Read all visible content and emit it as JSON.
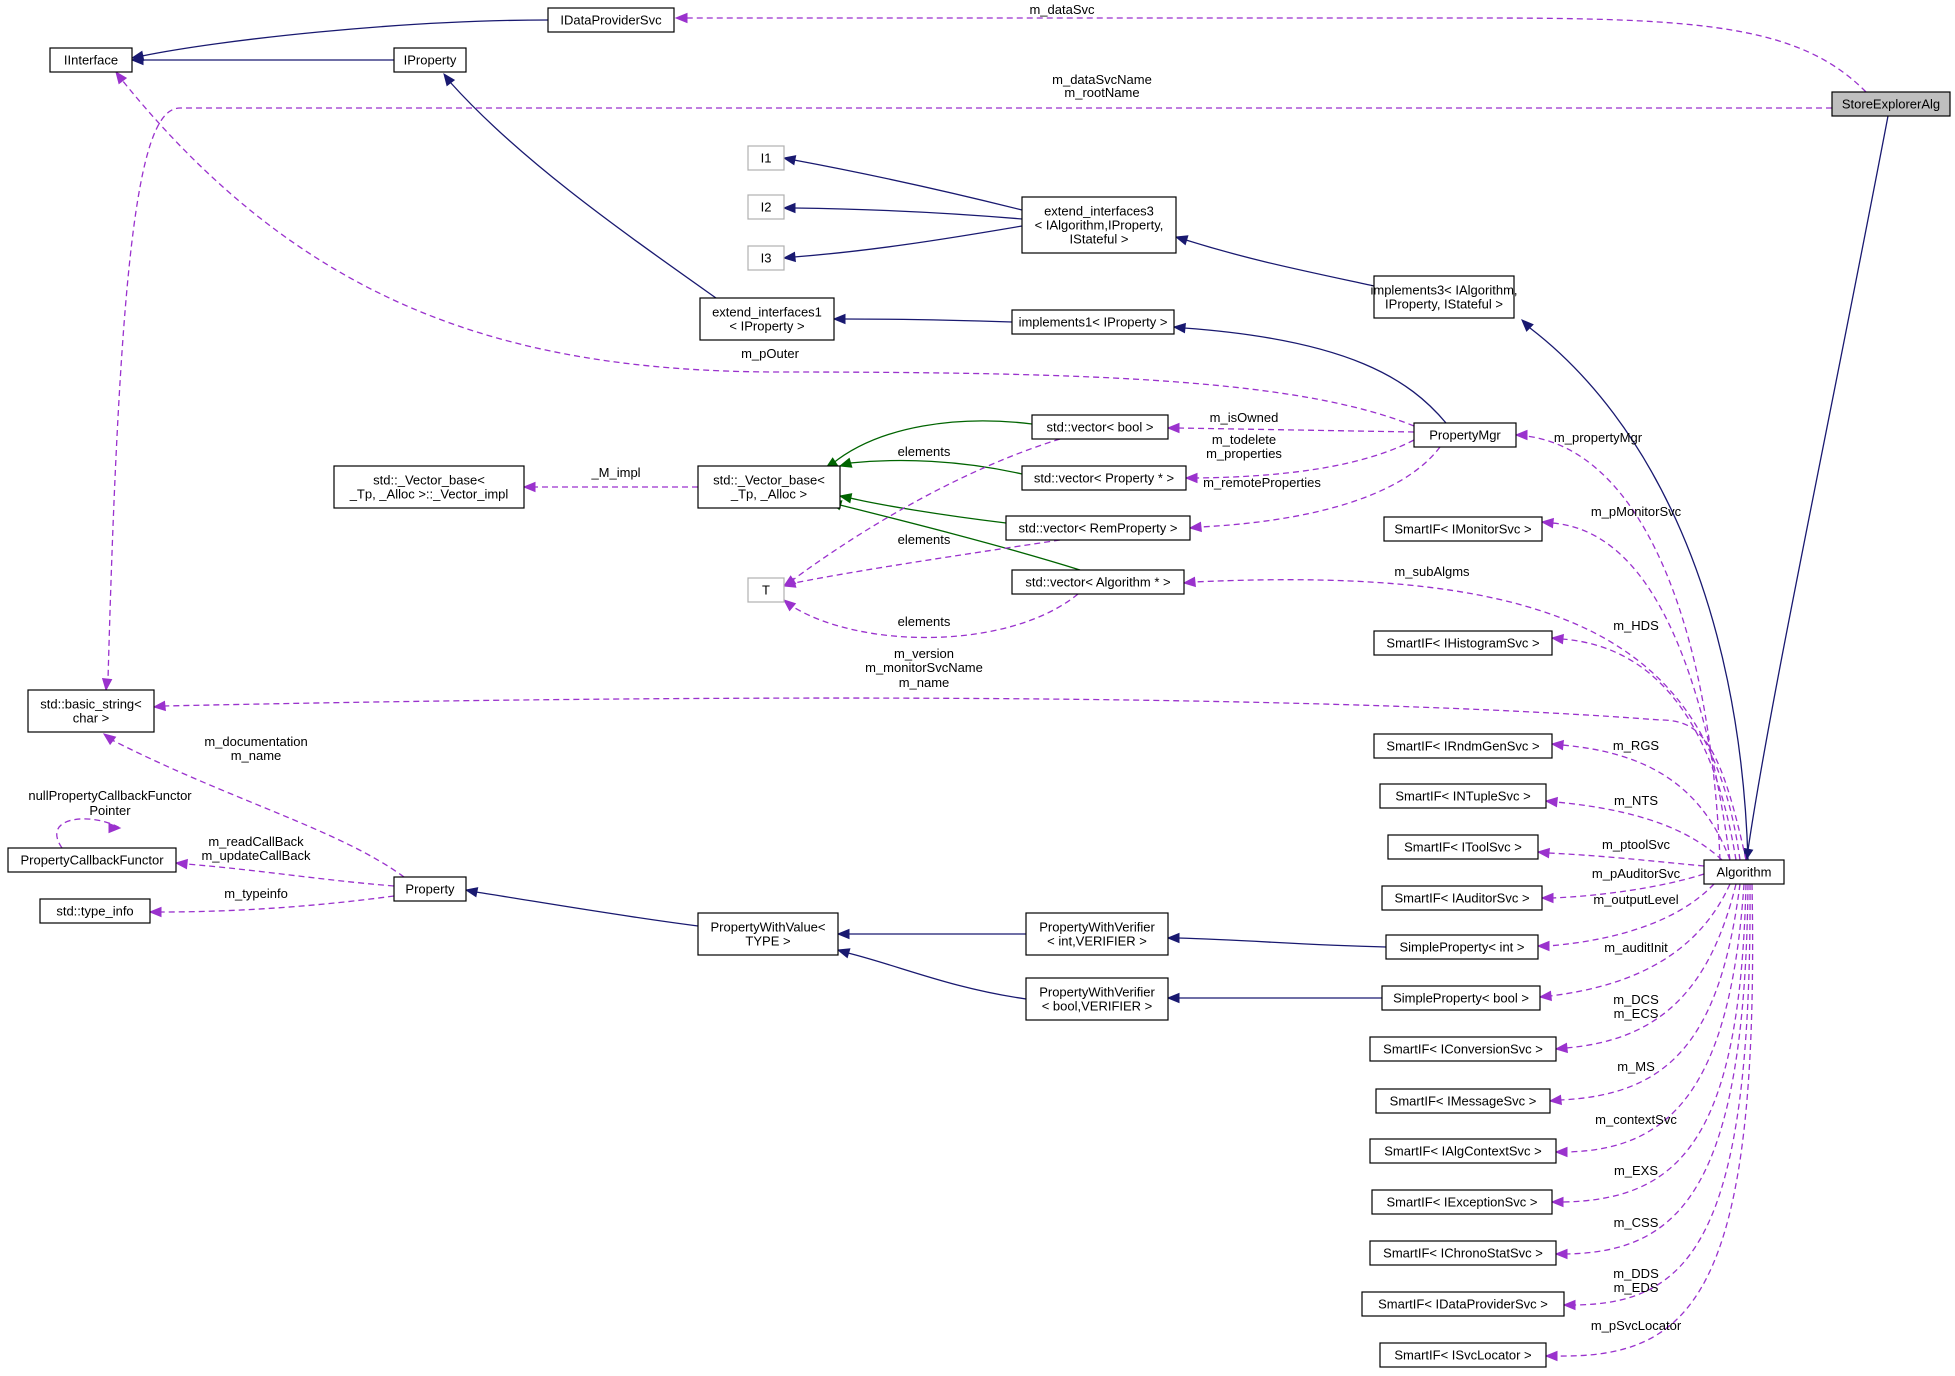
{
  "nodes": [
    {
      "id": "IDataProviderSvc",
      "lines": [
        "IDataProviderSvc"
      ]
    },
    {
      "id": "IInterface",
      "lines": [
        "IInterface"
      ]
    },
    {
      "id": "IProperty",
      "lines": [
        "IProperty"
      ]
    },
    {
      "id": "StoreExplorerAlg",
      "lines": [
        "StoreExplorerAlg"
      ],
      "highlighted": true
    },
    {
      "id": "I1",
      "lines": [
        "I1"
      ],
      "grey": true
    },
    {
      "id": "I2",
      "lines": [
        "I2"
      ],
      "grey": true
    },
    {
      "id": "I3",
      "lines": [
        "I3"
      ],
      "grey": true
    },
    {
      "id": "extend_interfaces3",
      "lines": [
        "extend_interfaces3",
        "< IAlgorithm,IProperty,",
        "IStateful >"
      ]
    },
    {
      "id": "implements3",
      "lines": [
        "implements3< IAlgorithm,",
        "IProperty, IStateful >"
      ]
    },
    {
      "id": "extend_interfaces1",
      "lines": [
        "extend_interfaces1",
        "< IProperty >"
      ]
    },
    {
      "id": "implements1",
      "lines": [
        "implements1< IProperty >"
      ]
    },
    {
      "id": "PropertyMgr",
      "lines": [
        "PropertyMgr"
      ]
    },
    {
      "id": "vector_bool",
      "lines": [
        "std::vector< bool >"
      ]
    },
    {
      "id": "vector_property",
      "lines": [
        "std::vector< Property * >"
      ]
    },
    {
      "id": "vector_remproperty",
      "lines": [
        "std::vector< RemProperty >"
      ]
    },
    {
      "id": "vector_algorithm",
      "lines": [
        "std::vector< Algorithm * >"
      ]
    },
    {
      "id": "Vector_impl",
      "lines": [
        "std::_Vector_base<",
        "_Tp, _Alloc >::_Vector_impl"
      ]
    },
    {
      "id": "Vector_base",
      "lines": [
        "std::_Vector_base<",
        "_Tp, _Alloc >"
      ]
    },
    {
      "id": "T",
      "lines": [
        "T"
      ],
      "grey": true
    },
    {
      "id": "basic_string",
      "lines": [
        "std::basic_string<",
        "char >"
      ]
    },
    {
      "id": "PropertyCallbackFunctor",
      "lines": [
        "PropertyCallbackFunctor"
      ]
    },
    {
      "id": "type_info",
      "lines": [
        "std::type_info"
      ]
    },
    {
      "id": "Property",
      "lines": [
        "Property"
      ]
    },
    {
      "id": "PropertyWithValue",
      "lines": [
        "PropertyWithValue<",
        "TYPE >"
      ]
    },
    {
      "id": "PWV_int",
      "lines": [
        "PropertyWithVerifier",
        "< int,VERIFIER >"
      ]
    },
    {
      "id": "PWV_bool",
      "lines": [
        "PropertyWithVerifier",
        "< bool,VERIFIER >"
      ]
    },
    {
      "id": "SimpleProperty_int",
      "lines": [
        "SimpleProperty< int >"
      ]
    },
    {
      "id": "SimpleProperty_bool",
      "lines": [
        "SimpleProperty< bool >"
      ]
    },
    {
      "id": "Algorithm",
      "lines": [
        "Algorithm"
      ]
    },
    {
      "id": "SmartIF_IMonitorSvc",
      "lines": [
        "SmartIF< IMonitorSvc >"
      ]
    },
    {
      "id": "SmartIF_IHistogramSvc",
      "lines": [
        "SmartIF< IHistogramSvc >"
      ]
    },
    {
      "id": "SmartIF_IRndmGenSvc",
      "lines": [
        "SmartIF< IRndmGenSvc >"
      ]
    },
    {
      "id": "SmartIF_INTupleSvc",
      "lines": [
        "SmartIF< INTupleSvc >"
      ]
    },
    {
      "id": "SmartIF_IToolSvc",
      "lines": [
        "SmartIF< IToolSvc >"
      ]
    },
    {
      "id": "SmartIF_IAuditorSvc",
      "lines": [
        "SmartIF< IAuditorSvc >"
      ]
    },
    {
      "id": "SmartIF_IConversionSvc",
      "lines": [
        "SmartIF< IConversionSvc >"
      ]
    },
    {
      "id": "SmartIF_IMessageSvc",
      "lines": [
        "SmartIF< IMessageSvc >"
      ]
    },
    {
      "id": "SmartIF_IAlgContextSvc",
      "lines": [
        "SmartIF< IAlgContextSvc >"
      ]
    },
    {
      "id": "SmartIF_IExceptionSvc",
      "lines": [
        "SmartIF< IExceptionSvc >"
      ]
    },
    {
      "id": "SmartIF_IChronoStatSvc",
      "lines": [
        "SmartIF< IChronoStatSvc >"
      ]
    },
    {
      "id": "SmartIF_IDataProviderSvc",
      "lines": [
        "SmartIF< IDataProviderSvc >"
      ]
    },
    {
      "id": "SmartIF_ISvcLocator",
      "lines": [
        "SmartIF< ISvcLocator >"
      ]
    }
  ],
  "edges": [
    {
      "id": "e-datasvc",
      "type": "member",
      "labels": [
        "m_dataSvc"
      ]
    },
    {
      "id": "e-datasvcname",
      "type": "member",
      "labels": [
        "m_dataSvcName",
        "m_rootName"
      ]
    },
    {
      "id": "e-storeexp-alg",
      "type": "inherit",
      "labels": []
    },
    {
      "id": "e-idp-iint",
      "type": "inherit",
      "labels": []
    },
    {
      "id": "e-iprop-iint",
      "type": "inherit",
      "labels": []
    },
    {
      "id": "e-ext1-iprop",
      "type": "inherit",
      "labels": []
    },
    {
      "id": "e-ext3-i1",
      "type": "inherit",
      "labels": []
    },
    {
      "id": "e-ext3-i2",
      "type": "inherit",
      "labels": []
    },
    {
      "id": "e-ext3-i3",
      "type": "inherit",
      "labels": []
    },
    {
      "id": "e-impl3-ext3",
      "type": "inherit",
      "labels": []
    },
    {
      "id": "e-impl1-ext1",
      "type": "inherit",
      "labels": []
    },
    {
      "id": "e-pmgr-impl1",
      "type": "inherit",
      "labels": []
    },
    {
      "id": "e-alg-impl3",
      "type": "inherit",
      "labels": []
    },
    {
      "id": "e-pouter",
      "type": "member",
      "labels": [
        "m_pOuter"
      ]
    },
    {
      "id": "e-isowned",
      "type": "member",
      "labels": [
        "m_isOwned"
      ]
    },
    {
      "id": "e-todelete",
      "type": "member",
      "labels": [
        "m_todelete",
        "m_properties"
      ]
    },
    {
      "id": "e-remote",
      "type": "member",
      "labels": [
        "m_remoteProperties"
      ]
    },
    {
      "id": "e-propmgr",
      "type": "member",
      "labels": [
        "m_propertyMgr"
      ]
    },
    {
      "id": "e-mimpl",
      "type": "member",
      "labels": [
        "_M_impl"
      ]
    },
    {
      "id": "e-vb-vbase",
      "type": "template",
      "labels": []
    },
    {
      "id": "e-vp-vbase",
      "type": "template",
      "labels": []
    },
    {
      "id": "e-vr-vbase",
      "type": "template",
      "labels": []
    },
    {
      "id": "e-va-vbase",
      "type": "template",
      "labels": []
    },
    {
      "id": "e-elem1",
      "type": "member",
      "labels": [
        "elements"
      ]
    },
    {
      "id": "e-elem2",
      "type": "member",
      "labels": [
        "elements"
      ]
    },
    {
      "id": "e-elem3",
      "type": "member",
      "labels": [
        "elements"
      ]
    },
    {
      "id": "e-monitor",
      "type": "member",
      "labels": [
        "m_pMonitorSvc"
      ]
    },
    {
      "id": "e-subalgms",
      "type": "member",
      "labels": [
        "m_subAlgms"
      ]
    },
    {
      "id": "e-hds",
      "type": "member",
      "labels": [
        "m_HDS"
      ]
    },
    {
      "id": "e-version",
      "type": "member",
      "labels": [
        "m_version",
        "m_monitorSvcName",
        "m_name"
      ]
    },
    {
      "id": "e-rgs",
      "type": "member",
      "labels": [
        "m_RGS"
      ]
    },
    {
      "id": "e-doc",
      "type": "member",
      "labels": [
        "m_documentation",
        "m_name"
      ]
    },
    {
      "id": "e-nts",
      "type": "member",
      "labels": [
        "m_NTS"
      ]
    },
    {
      "id": "e-nullcb",
      "type": "member",
      "labels": [
        "nullPropertyCallbackFunctor",
        "Pointer"
      ]
    },
    {
      "id": "e-readcb",
      "type": "member",
      "labels": [
        "m_readCallBack",
        "m_updateCallBack"
      ]
    },
    {
      "id": "e-tool",
      "type": "member",
      "labels": [
        "m_ptoolSvc"
      ]
    },
    {
      "id": "e-typeinfo",
      "type": "member",
      "labels": [
        "m_typeinfo"
      ]
    },
    {
      "id": "e-auditor",
      "type": "member",
      "labels": [
        "m_pAuditorSvc"
      ]
    },
    {
      "id": "e-pwv-prop",
      "type": "inherit",
      "labels": []
    },
    {
      "id": "e-pwvi-pwv",
      "type": "inherit",
      "labels": []
    },
    {
      "id": "e-pwvb-pwv",
      "type": "inherit",
      "labels": []
    },
    {
      "id": "e-spi-pwvi",
      "type": "inherit",
      "labels": []
    },
    {
      "id": "e-spb-pwvb",
      "type": "inherit",
      "labels": []
    },
    {
      "id": "e-outlevel",
      "type": "member",
      "labels": [
        "m_outputLevel"
      ]
    },
    {
      "id": "e-auditinit",
      "type": "member",
      "labels": [
        "m_auditInit"
      ]
    },
    {
      "id": "e-dcs",
      "type": "member",
      "labels": [
        "m_DCS",
        "m_ECS"
      ]
    },
    {
      "id": "e-ms",
      "type": "member",
      "labels": [
        "m_MS"
      ]
    },
    {
      "id": "e-ctx",
      "type": "member",
      "labels": [
        "m_contextSvc"
      ]
    },
    {
      "id": "e-exs",
      "type": "member",
      "labels": [
        "m_EXS"
      ]
    },
    {
      "id": "e-css",
      "type": "member",
      "labels": [
        "m_CSS"
      ]
    },
    {
      "id": "e-dds",
      "type": "member",
      "labels": [
        "m_DDS",
        "m_EDS"
      ]
    },
    {
      "id": "e-svcloc",
      "type": "member",
      "labels": [
        "m_pSvcLocator"
      ]
    }
  ],
  "colors": {
    "inheritance": "#191970",
    "template": "#006400",
    "member": "#9a32cd",
    "node_border": "#000000",
    "node_border_grey": "#b0b0b0",
    "highlight_fill": "#bfbfbf"
  }
}
